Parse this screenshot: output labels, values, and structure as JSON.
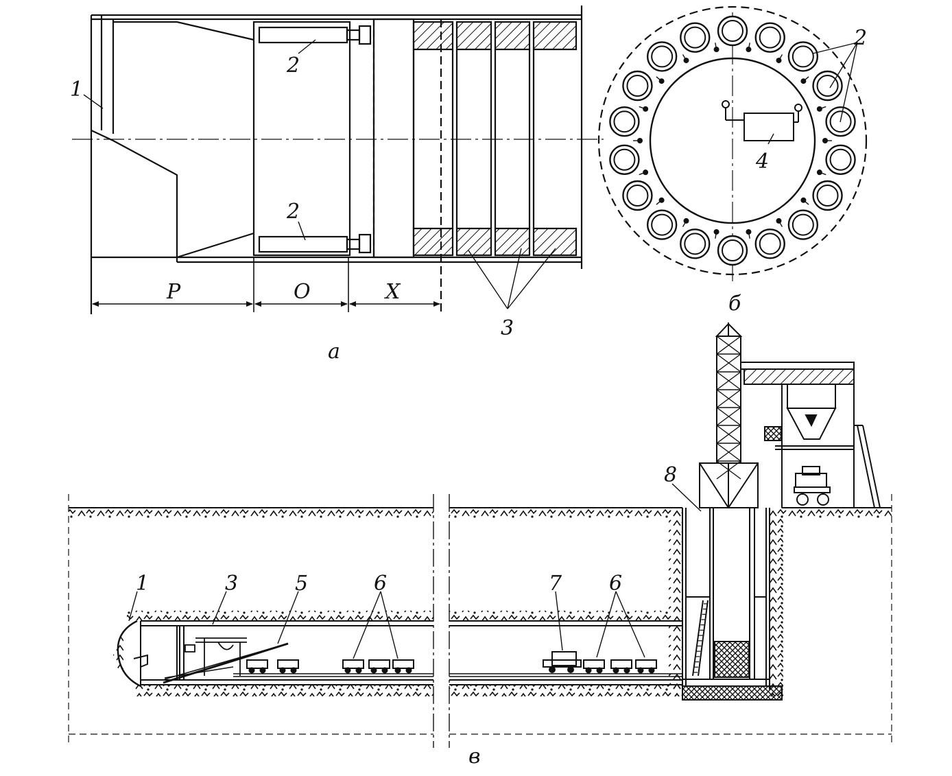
{
  "figure": {
    "panel_a": {
      "caption": "a",
      "labels": {
        "shield": "1",
        "jack_top": "2",
        "jack_bottom": "2",
        "lining": "3"
      },
      "dimensions": {
        "p": "P",
        "o": "O",
        "x": "X"
      }
    },
    "panel_b": {
      "caption": "б",
      "labels": {
        "jacks": "2",
        "pump": "4"
      }
    },
    "panel_c": {
      "caption": "в",
      "labels": {
        "shield": "1",
        "lining": "3",
        "conveyor": "5",
        "cars_left": "6",
        "locomotive": "7",
        "cars_right": "6",
        "shaft": "8"
      }
    }
  }
}
